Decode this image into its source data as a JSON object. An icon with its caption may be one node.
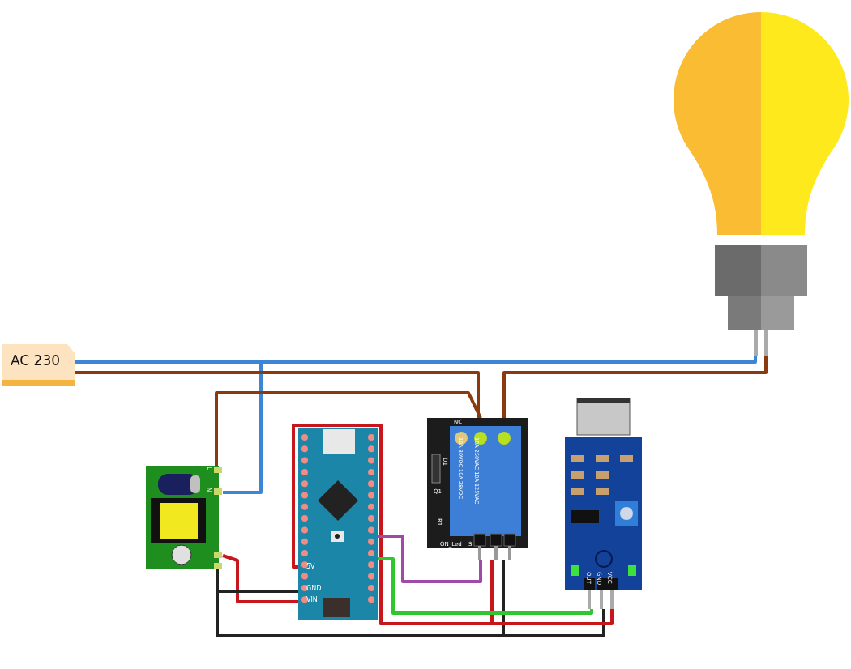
{
  "diagram": {
    "nodes": [
      {
        "text": [
          "AC 230"
        ]
      },
      {
        "text": [],
        "shape": "picture"
      },
      {
        "text": [],
        "shape": "picture"
      },
      {
        "text": [],
        "shape": "picture"
      },
      {
        "text": [],
        "shape": "picture"
      },
      {
        "text": [],
        "shape": "picture"
      }
    ],
    "edges": [
      {
        "from": 0,
        "to": 1,
        "arrow": "none",
        "color": "#3d86d6"
      },
      {
        "from": 0,
        "to": 2,
        "arrow": "none",
        "color": "#3d86d6"
      },
      {
        "from": 0,
        "to": 4,
        "arrow": "none",
        "color": "#8b3a0f"
      },
      {
        "from": 2,
        "to": 4,
        "arrow": "none",
        "color": "#8b3a0f"
      },
      {
        "from": 4,
        "to": 1,
        "arrow": "none",
        "color": "#8b3a0f"
      },
      {
        "from": 2,
        "to": 3,
        "arrow": "none",
        "color": "#c8161d"
      },
      {
        "from": 2,
        "to": 3,
        "arrow": "none",
        "color": "#222222"
      },
      {
        "from": 2,
        "to": 4,
        "arrow": "none",
        "color": "#222222"
      },
      {
        "from": 2,
        "to": 5,
        "arrow": "none",
        "color": "#222222"
      },
      {
        "from": 3,
        "to": 4,
        "arrow": "none",
        "color": "#c8161d"
      },
      {
        "from": 3,
        "to": 5,
        "arrow": "none",
        "color": "#c8161d"
      },
      {
        "from": 3,
        "to": 4,
        "arrow": "none",
        "color": "#a04aa8"
      },
      {
        "from": 3,
        "to": 5,
        "arrow": "none",
        "color": "#2ec82e"
      }
    ],
    "labels": [
      "L",
      "N",
      "NC",
      "10A 250VAC 10A 125VAC",
      "10A 30VDC 10A 28VDC",
      "D1",
      "Q1",
      "R1",
      "ON_Led",
      "S",
      "5V",
      "GND",
      "VIN",
      "OUT",
      "GND",
      "VCC"
    ]
  }
}
